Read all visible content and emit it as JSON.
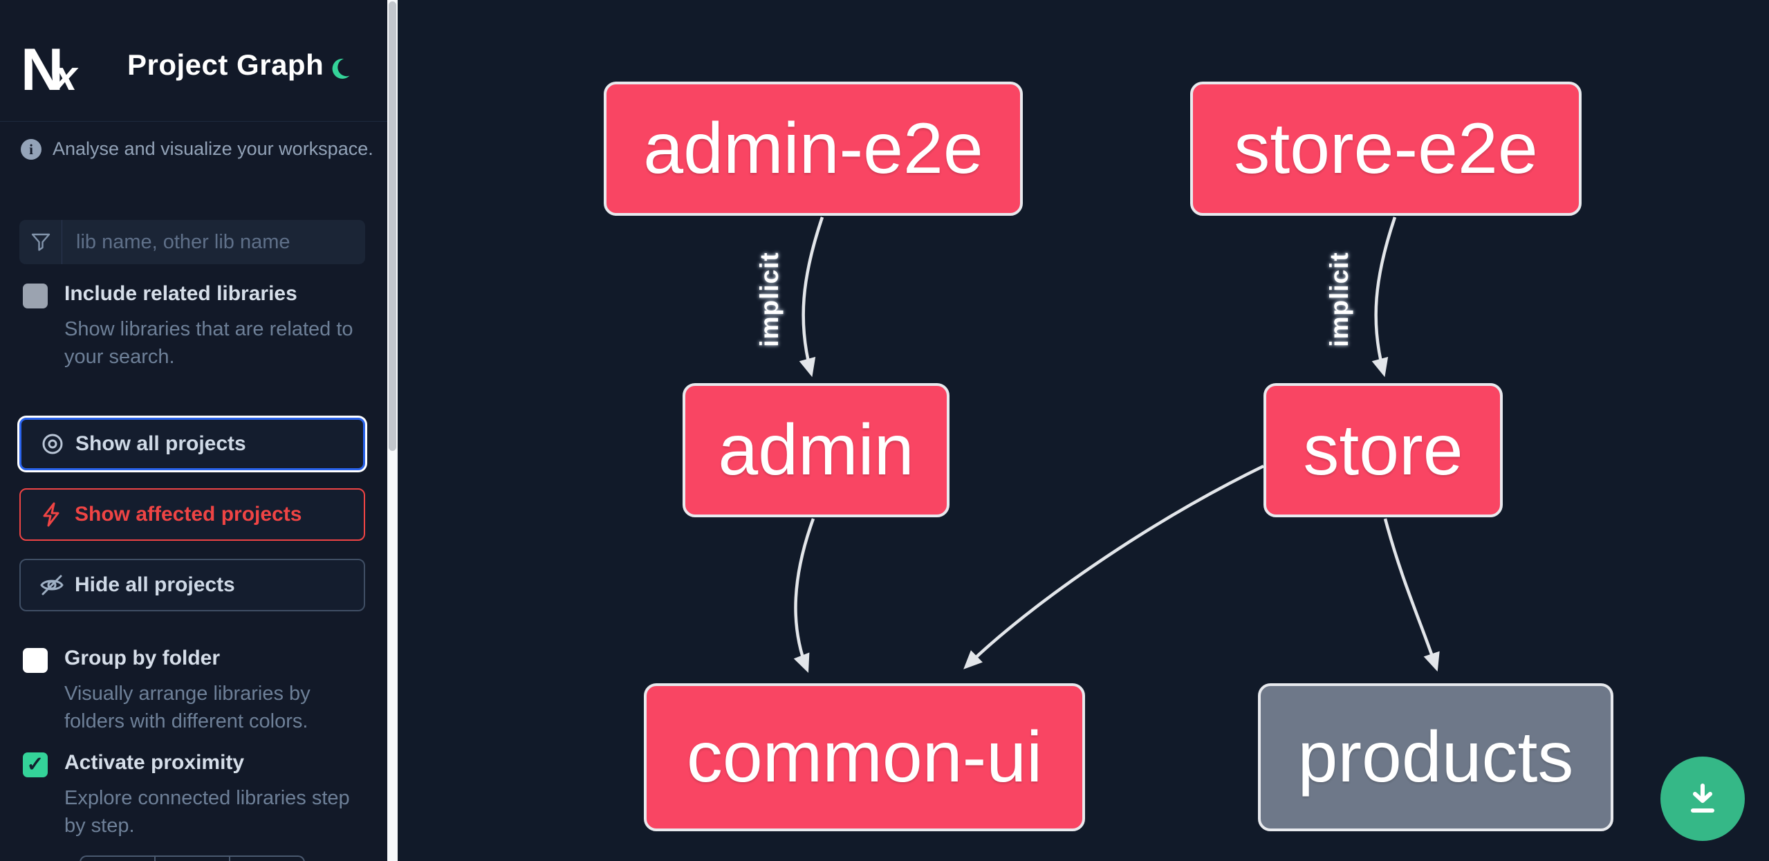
{
  "app": {
    "title": "Project Graph",
    "logo_text": "Nx",
    "theme_toggle": "moon"
  },
  "sidebar": {
    "tagline": "Analyse and visualize your workspace.",
    "search": {
      "placeholder": "lib name, other lib name",
      "value": "",
      "icon": "funnel-filter"
    },
    "filters": {
      "include_related": {
        "label": "Include related libraries",
        "description": "Show libraries that are related to your search.",
        "checked": false
      },
      "group_by_folder": {
        "label": "Group by folder",
        "description": "Visually arrange libraries by folders with different colors.",
        "checked": false
      },
      "activate_proximity": {
        "label": "Activate proximity",
        "description": "Explore connected libraries step by step.",
        "checked": true,
        "check_glyph": "✓"
      }
    },
    "actions": {
      "show_all": {
        "label": "Show all projects",
        "icon": "eye",
        "state": "focused"
      },
      "show_affected": {
        "label": "Show affected projects",
        "icon": "bolt",
        "state": "danger"
      },
      "hide_all": {
        "label": "Hide all projects",
        "icon": "eye-off",
        "state": "default"
      }
    }
  },
  "graph": {
    "nodes": [
      {
        "label": "admin-e2e",
        "type": "app"
      },
      {
        "label": "store-e2e",
        "type": "app"
      },
      {
        "label": "admin",
        "type": "app"
      },
      {
        "label": "store",
        "type": "app"
      },
      {
        "label": "common-ui",
        "type": "app"
      },
      {
        "label": "products",
        "type": "lib-unfocused"
      }
    ],
    "edges": [
      {
        "from": "admin-e2e",
        "to": "admin",
        "label": "implicit"
      },
      {
        "from": "store-e2e",
        "to": "store",
        "label": "implicit"
      },
      {
        "from": "admin",
        "to": "common-ui",
        "label": ""
      },
      {
        "from": "store",
        "to": "common-ui",
        "label": ""
      },
      {
        "from": "store",
        "to": "products",
        "label": ""
      }
    ]
  },
  "fab": {
    "icon": "download"
  },
  "colors": {
    "sidebar_bg": "#121928",
    "canvas_bg": "#111a29",
    "node_pink": "#f94563",
    "node_gray": "#6e7889",
    "node_border": "#e8eaee",
    "edge": "#e3e6ea",
    "accent_blue": "#2a63ec",
    "danger_red": "#ef4444",
    "check_green": "#34d399",
    "fab_green": "#35b887",
    "moon_green": "#34d399"
  }
}
